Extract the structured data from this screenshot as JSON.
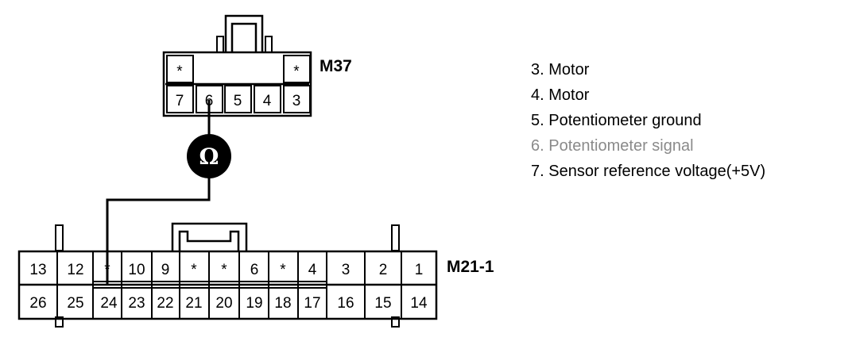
{
  "connectors": {
    "m37": {
      "label": "M37",
      "top_row": [
        "*",
        "",
        "",
        "",
        "*"
      ],
      "bottom_row": [
        "7",
        "6",
        "5",
        "4",
        "3"
      ]
    },
    "m21": {
      "label": "M21-1",
      "top_row": [
        "13",
        "12",
        "*",
        "10",
        "9",
        "*",
        "*",
        "6",
        "*",
        "4",
        "3",
        "2",
        "1"
      ],
      "bottom_row": [
        "26",
        "25",
        "24",
        "23",
        "22",
        "21",
        "20",
        "19",
        "18",
        "17",
        "16",
        "15",
        "14"
      ]
    }
  },
  "meter": {
    "symbol": "Ω"
  },
  "legend": [
    {
      "text": "3. Motor",
      "highlight": false
    },
    {
      "text": "4. Motor",
      "highlight": false
    },
    {
      "text": "5. Potentiometer ground",
      "highlight": false
    },
    {
      "text": "6. Potentiometer signal",
      "highlight": true
    },
    {
      "text": "7. Sensor reference voltage(+5V)",
      "highlight": false
    }
  ],
  "colors": {
    "line": "#000000",
    "dimmed_text": "#8a8a8a",
    "background": "#ffffff"
  }
}
